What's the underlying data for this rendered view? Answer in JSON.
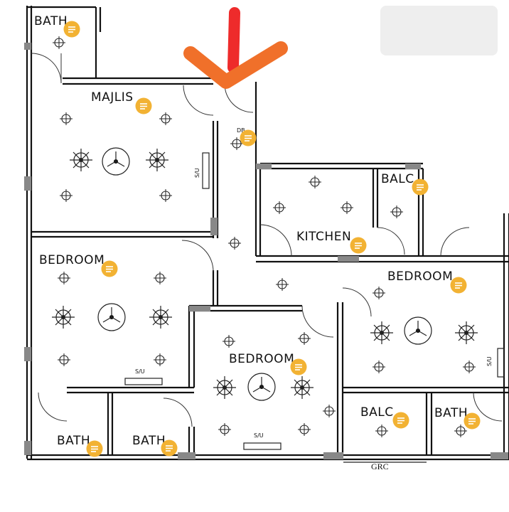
{
  "rooms": {
    "bath_top": "BATH",
    "majlis": "MAJLIS",
    "kitchen": "KITCHEN",
    "balc_top": "BALC",
    "bedroom_left": "BEDROOM",
    "bedroom_right": "BEDROOM",
    "bedroom_center": "BEDROOM",
    "balc_bottom": "BALC",
    "bath_bottom_right": "BATH",
    "bath_bottom_1": "BATH",
    "bath_bottom_2": "BATH"
  },
  "labels": {
    "grc": "GRC",
    "db": "DB",
    "su": "S/U"
  },
  "colors": {
    "annotation_arrow": "#f0702a",
    "arrow_shaft": "#ee2b2b",
    "comment_marker": "#f2b233",
    "redaction": "#eeeeee",
    "wall": "#111111"
  },
  "icons": {
    "comment_marker": "comment-bubble-icon",
    "ceiling_fan": "ceiling-fan-icon",
    "light_point": "light-point-icon",
    "chandelier": "chandelier-icon"
  }
}
